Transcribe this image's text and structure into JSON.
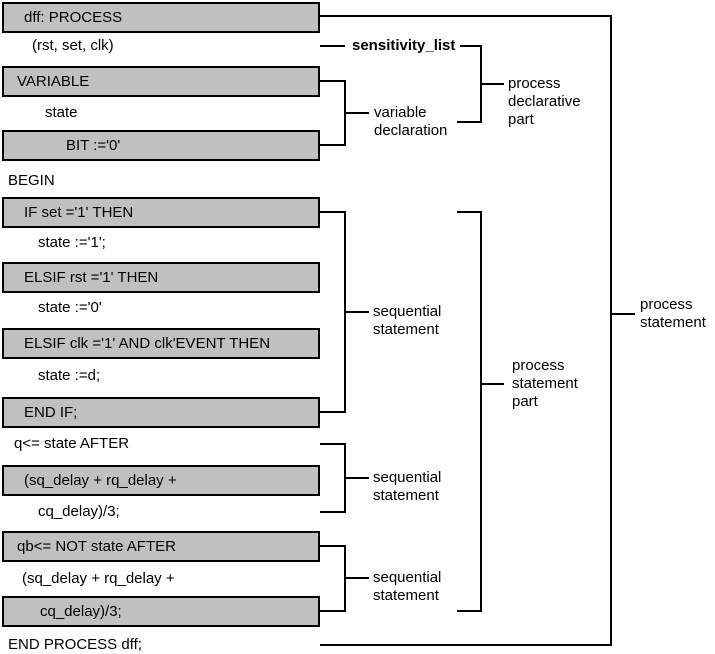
{
  "diagram": {
    "code_lines": [
      {
        "text": "dff: PROCESS",
        "type": "box"
      },
      {
        "text": "(rst, set, clk)",
        "type": "plain"
      },
      {
        "text": "VARIABLE",
        "type": "box"
      },
      {
        "text": "state",
        "type": "plain"
      },
      {
        "text": "BIT :='0'",
        "type": "box"
      },
      {
        "text": "BEGIN",
        "type": "plain"
      },
      {
        "text": "IF set ='1' THEN",
        "type": "box"
      },
      {
        "text": "state :='1';",
        "type": "plain"
      },
      {
        "text": "ELSIF rst ='1' THEN",
        "type": "box"
      },
      {
        "text": "state :='0'",
        "type": "plain"
      },
      {
        "text": "ELSIF clk ='1' AND clk'EVENT THEN",
        "type": "box"
      },
      {
        "text": "state :=d;",
        "type": "plain"
      },
      {
        "text": "END IF;",
        "type": "box"
      },
      {
        "text": "q<= state AFTER",
        "type": "plain"
      },
      {
        "text": "(sq_delay + rq_delay +",
        "type": "box"
      },
      {
        "text": "cq_delay)/3;",
        "type": "plain"
      },
      {
        "text": "qb<= NOT state AFTER",
        "type": "box"
      },
      {
        "text": "(sq_delay + rq_delay +",
        "type": "plain"
      },
      {
        "text": "cq_delay)/3;",
        "type": "box"
      },
      {
        "text": "END PROCESS dff;",
        "type": "plain"
      }
    ],
    "annotations": {
      "sensitivity_list": [
        "sensitivity_list"
      ],
      "variable_declaration": [
        "variable",
        "declaration"
      ],
      "process_declarative_part": [
        "process",
        "declarative",
        "part"
      ],
      "sequential_statement_1": [
        "sequential",
        "statement"
      ],
      "process_statement_part": [
        "process",
        "statement",
        "part"
      ],
      "sequential_statement_2": [
        "sequential",
        "statement"
      ],
      "sequential_statement_3": [
        "sequential",
        "statement"
      ],
      "process_statement": [
        "process",
        "statement"
      ]
    },
    "colors": {
      "box_fill": "#c0c0c0",
      "line": "#000000",
      "background": "#ffffff"
    }
  }
}
